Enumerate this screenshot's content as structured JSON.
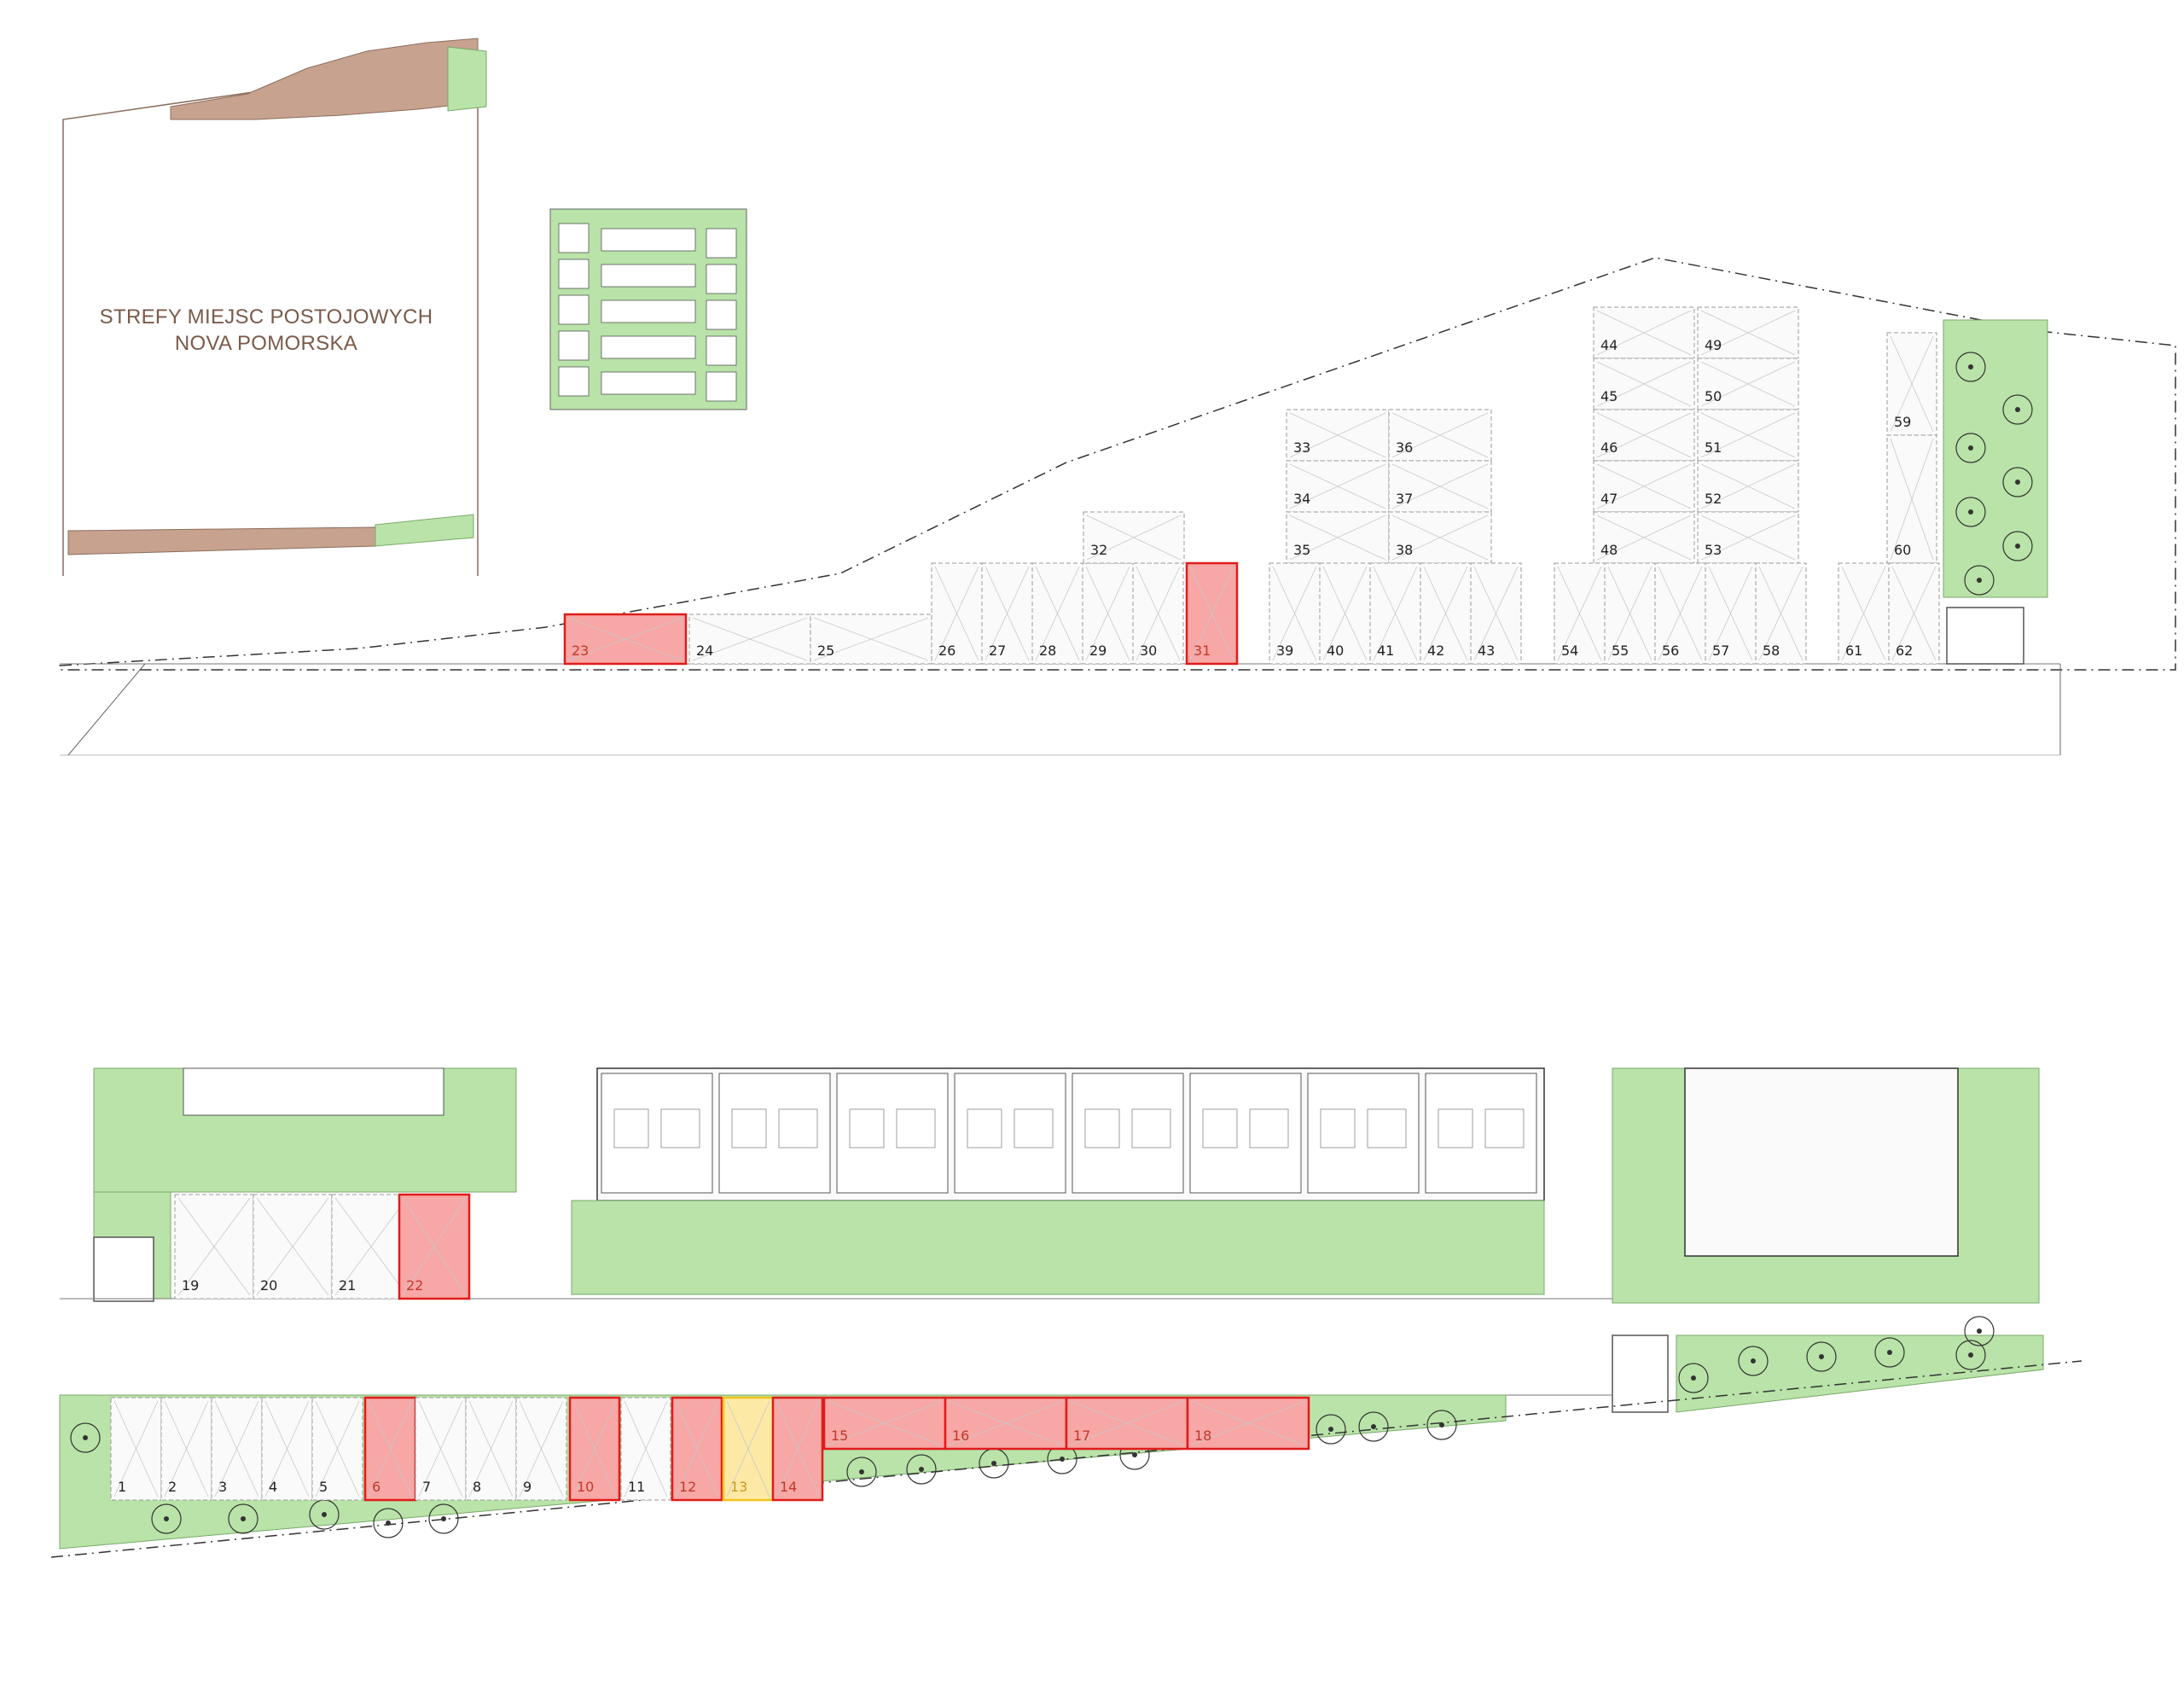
{
  "title": {
    "line1": "STREFY MIEJSC POSTOJOWYCH",
    "line2": "NOVA POMORSKA"
  },
  "colors": {
    "reserved_fill": "#f7a7a5",
    "reserved_stroke": "#e01b1b",
    "pending_fill": "#fde9a6",
    "pending_stroke": "#f0c419",
    "green": "#b9e3a8",
    "building_stroke": "#8a6d5d",
    "line": "#4a4a4a",
    "site_fill": "#f6f6f6"
  },
  "legend_status": {
    "reserved": [
      "6",
      "10",
      "12",
      "14",
      "15",
      "16",
      "17",
      "18",
      "22",
      "23",
      "31"
    ],
    "pending": [
      "13"
    ]
  },
  "spots": {
    "upper": [
      "23",
      "24",
      "25",
      "26",
      "27",
      "28",
      "29",
      "30",
      "31",
      "32",
      "33",
      "34",
      "35",
      "36",
      "37",
      "38",
      "39",
      "40",
      "41",
      "42",
      "43",
      "44",
      "45",
      "46",
      "47",
      "48",
      "49",
      "50",
      "51",
      "52",
      "53",
      "54",
      "55",
      "56",
      "57",
      "58",
      "59",
      "60",
      "61",
      "62"
    ],
    "lower": [
      "1",
      "2",
      "3",
      "4",
      "5",
      "6",
      "7",
      "8",
      "9",
      "10",
      "11",
      "12",
      "13",
      "14",
      "15",
      "16",
      "17",
      "18",
      "19",
      "20",
      "21",
      "22"
    ]
  }
}
